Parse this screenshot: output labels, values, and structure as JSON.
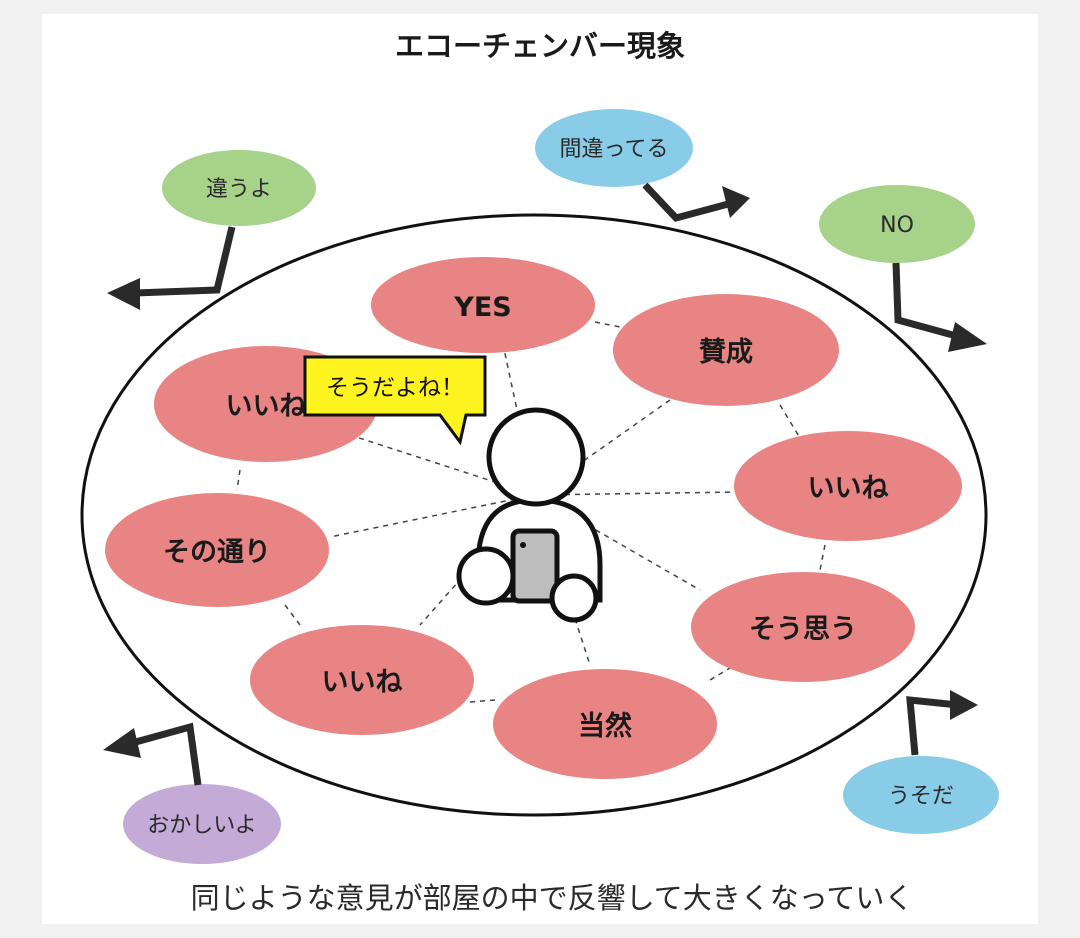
{
  "diagram": {
    "title": "エコーチェンバー現象",
    "caption": "同じような意見が部屋の中で反響して大きくなっていく",
    "speech_bubble": "そうだよね！",
    "inner_nodes": [
      {
        "id": "yes",
        "label": "YES"
      },
      {
        "id": "sansei",
        "label": "賛成"
      },
      {
        "id": "iine-right",
        "label": "いいね"
      },
      {
        "id": "souomou",
        "label": "そう思う"
      },
      {
        "id": "touzen",
        "label": "当然"
      },
      {
        "id": "iine-bottom",
        "label": "いいね"
      },
      {
        "id": "sonotoori",
        "label": "その通り"
      },
      {
        "id": "iine-left",
        "label": "いいね"
      }
    ],
    "outer_nodes": [
      {
        "id": "chigauyo",
        "label": "違うよ",
        "color": "#a7d28a"
      },
      {
        "id": "machigatteru",
        "label": "間違ってる",
        "color": "#88cce8"
      },
      {
        "id": "no",
        "label": "NO",
        "color": "#a7d28a"
      },
      {
        "id": "usoda",
        "label": "うそだ",
        "color": "#88cce8"
      },
      {
        "id": "okashiiyo",
        "label": "おかしいよ",
        "color": "#c4aad6"
      }
    ],
    "colors": {
      "inner_node": "#e88584",
      "bubble": "#fdf31f",
      "green": "#a7d28a",
      "blue": "#88cce8",
      "purple": "#c4aad6"
    }
  }
}
